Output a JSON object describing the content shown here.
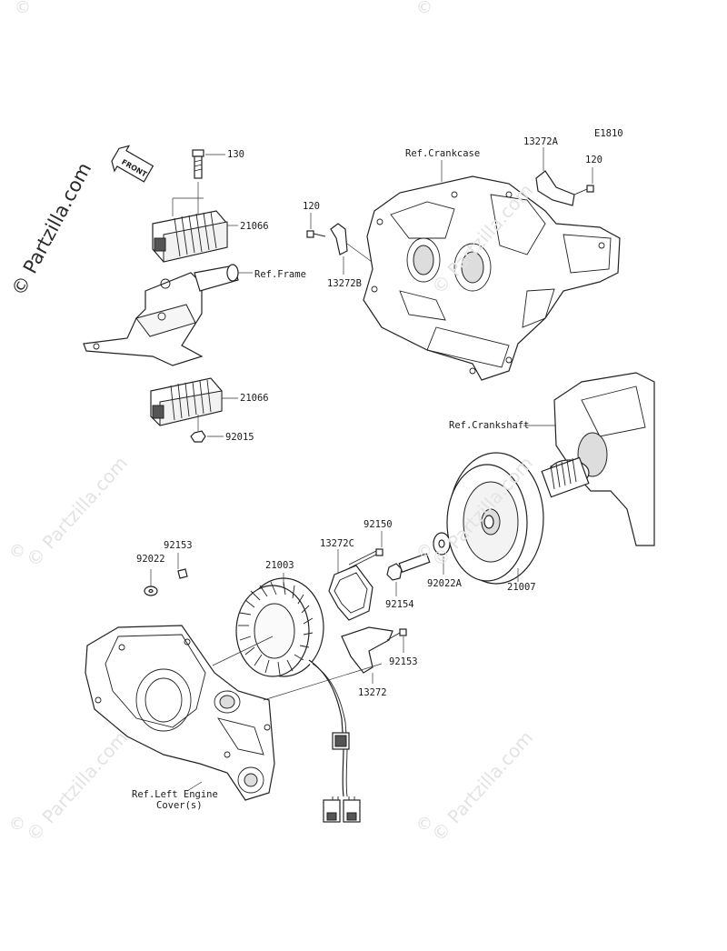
{
  "diagram": {
    "code": "E1810",
    "front_badge": "FRONT",
    "watermark_main": "© Partzilla.com",
    "watermark_faint": "© Partzilla.com",
    "watermark_symbol": "©",
    "part_labels": {
      "p130": "130",
      "p21066_top": "21066",
      "ref_frame": "Ref.Frame",
      "p21066_bottom": "21066",
      "p92015": "92015",
      "ref_crankcase": "Ref.Crankcase",
      "p13272A": "13272A",
      "p120_right": "120",
      "p120_left": "120",
      "p13272B": "13272B",
      "ref_crankshaft": "Ref.Crankshaft",
      "p92150": "92150",
      "p92153_top": "92153",
      "p92022": "92022",
      "p21003": "21003",
      "p13272C": "13272C",
      "p92022A": "92022A",
      "p21007": "21007",
      "p92154": "92154",
      "p92153_right": "92153",
      "p13272": "13272",
      "ref_left_cover_line1": "Ref.Left Engine",
      "ref_left_cover_line2": "Cover(s)"
    }
  }
}
